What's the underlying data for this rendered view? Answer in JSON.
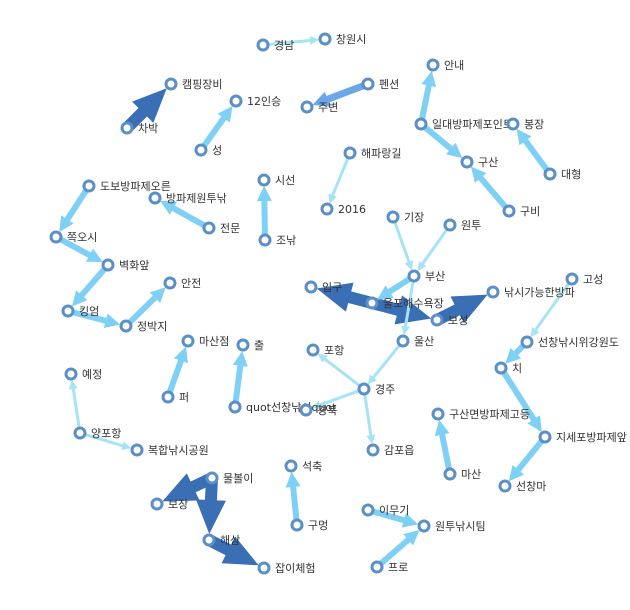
{
  "colors": {
    "strong": "#3a6eb5",
    "medium": "#6aa6e8",
    "light": "#7fd0f5",
    "faint": "#a6e4f5",
    "node_stroke": "#5b8fc7"
  },
  "nodes": [
    {
      "id": "gyeongnam",
      "label": "경남"
    },
    {
      "id": "changwon",
      "label": "창원시"
    },
    {
      "id": "campjangbi",
      "label": "캠핑장비"
    },
    {
      "id": "chabak",
      "label": "차박"
    },
    {
      "id": "12insu",
      "label": "12인승"
    },
    {
      "id": "seong",
      "label": "성"
    },
    {
      "id": "pensyeon",
      "label": "펜션"
    },
    {
      "id": "jubyeon",
      "label": "주변"
    },
    {
      "id": "annae",
      "label": "안내"
    },
    {
      "id": "ildae",
      "label": "일대방파제포인트"
    },
    {
      "id": "bongjang",
      "label": "봉장"
    },
    {
      "id": "daehyeong",
      "label": "대형"
    },
    {
      "id": "haepa",
      "label": "해파랑길"
    },
    {
      "id": "y2016",
      "label": "2016"
    },
    {
      "id": "gusan",
      "label": "구산"
    },
    {
      "id": "gubi",
      "label": "구비"
    },
    {
      "id": "dobo",
      "label": "도보방파제오른"
    },
    {
      "id": "jjogosi",
      "label": "쪽오시"
    },
    {
      "id": "bangpaje",
      "label": "방파제원투낚"
    },
    {
      "id": "jeonmun",
      "label": "전문"
    },
    {
      "id": "siseon",
      "label": "시선"
    },
    {
      "id": "jonak",
      "label": "조낚"
    },
    {
      "id": "gijang",
      "label": "기장"
    },
    {
      "id": "wontu",
      "label": "원투"
    },
    {
      "id": "busan",
      "label": "부산"
    },
    {
      "id": "goseong",
      "label": "고성"
    },
    {
      "id": "byeokhwa",
      "label": "벽화앞"
    },
    {
      "id": "ipgu",
      "label": "입구"
    },
    {
      "id": "ulpo",
      "label": "울포해수욕장"
    },
    {
      "id": "nakksi",
      "label": "낚시가능한방파"
    },
    {
      "id": "kingeom",
      "label": "킹엄"
    },
    {
      "id": "anjeon",
      "label": "안전"
    },
    {
      "id": "boseong",
      "label": "보성"
    },
    {
      "id": "jeongbakji",
      "label": "정박지"
    },
    {
      "id": "ulsan",
      "label": "울산"
    },
    {
      "id": "seonchang",
      "label": "선창낚시위강원도"
    },
    {
      "id": "masanjeom",
      "label": "마산점"
    },
    {
      "id": "chul",
      "label": "출"
    },
    {
      "id": "pohang",
      "label": "포항"
    },
    {
      "id": "yejeong",
      "label": "예정"
    },
    {
      "id": "pe",
      "label": "퍼"
    },
    {
      "id": "quot",
      "label": "quot선창낚시quot"
    },
    {
      "id": "gyeongbuk",
      "label": "경북"
    },
    {
      "id": "gyeongju",
      "label": "경주"
    },
    {
      "id": "chi",
      "label": "치"
    },
    {
      "id": "gusanmyeon",
      "label": "구산면방파제고등"
    },
    {
      "id": "yangpohang",
      "label": "양포항"
    },
    {
      "id": "jise",
      "label": "지세포방파제앞"
    },
    {
      "id": "bokhap",
      "label": "복합낚시공원"
    },
    {
      "id": "gampo",
      "label": "감포읍"
    },
    {
      "id": "masan",
      "label": "마산"
    },
    {
      "id": "seokchuk",
      "label": "석축"
    },
    {
      "id": "seonchangma",
      "label": "선창마"
    },
    {
      "id": "mulbeori",
      "label": "물볼이"
    },
    {
      "id": "bojang",
      "label": "보장"
    },
    {
      "id": "imugi",
      "label": "이무기"
    },
    {
      "id": "gumeong",
      "label": "구멍"
    },
    {
      "id": "wontunakksi",
      "label": "원투낚시팀"
    },
    {
      "id": "haesam",
      "label": "해삼"
    },
    {
      "id": "peuro",
      "label": "프로"
    },
    {
      "id": "japi",
      "label": "잡이체험"
    }
  ],
  "edges": [
    {
      "from": "gyeongnam",
      "to": "changwon",
      "strength": "faint"
    },
    {
      "from": "chabak",
      "to": "campjangbi",
      "strength": "strong"
    },
    {
      "from": "seong",
      "to": "12insu",
      "strength": "light"
    },
    {
      "from": "pensyeon",
      "to": "jubyeon",
      "strength": "medium"
    },
    {
      "from": "ildae",
      "to": "annae",
      "strength": "light"
    },
    {
      "from": "daehyeong",
      "to": "bongjang",
      "strength": "light"
    },
    {
      "from": "haepa",
      "to": "y2016",
      "strength": "faint"
    },
    {
      "from": "ildae",
      "to": "gusan",
      "strength": "light"
    },
    {
      "from": "gubi",
      "to": "gusan",
      "strength": "light"
    },
    {
      "from": "dobo",
      "to": "jjogosi",
      "strength": "light"
    },
    {
      "from": "jeonmun",
      "to": "bangpaje",
      "strength": "light"
    },
    {
      "from": "jonak",
      "to": "siseon",
      "strength": "light"
    },
    {
      "from": "gijang",
      "to": "busan",
      "strength": "faint"
    },
    {
      "from": "wontu",
      "to": "busan",
      "strength": "faint"
    },
    {
      "from": "jjogosi",
      "to": "byeokhwa",
      "strength": "light"
    },
    {
      "from": "byeokhwa",
      "to": "kingeom",
      "strength": "light"
    },
    {
      "from": "kingeom",
      "to": "jeongbakji",
      "strength": "light"
    },
    {
      "from": "jeongbakji",
      "to": "anjeon",
      "strength": "light"
    },
    {
      "from": "ulpo",
      "to": "ipgu",
      "strength": "strong"
    },
    {
      "from": "ulpo",
      "to": "boseong",
      "strength": "strong"
    },
    {
      "from": "boseong",
      "to": "nakksi",
      "strength": "strong"
    },
    {
      "from": "busan",
      "to": "ulpo",
      "strength": "light"
    },
    {
      "from": "busan",
      "to": "ulsan",
      "strength": "faint"
    },
    {
      "from": "goseong",
      "to": "seonchang",
      "strength": "faint"
    },
    {
      "from": "seonchang",
      "to": "chi",
      "strength": "light"
    },
    {
      "from": "chi",
      "to": "jise",
      "strength": "light"
    },
    {
      "from": "jise",
      "to": "seonchangma",
      "strength": "light"
    },
    {
      "from": "pe",
      "to": "masanjeom",
      "strength": "light"
    },
    {
      "from": "quot",
      "to": "chul",
      "strength": "light"
    },
    {
      "from": "ulsan",
      "to": "gyeongju",
      "strength": "faint"
    },
    {
      "from": "gyeongju",
      "to": "pohang",
      "strength": "faint"
    },
    {
      "from": "gyeongju",
      "to": "gyeongbuk",
      "strength": "faint"
    },
    {
      "from": "gyeongju",
      "to": "gampo",
      "strength": "faint"
    },
    {
      "from": "masan",
      "to": "gusanmyeon",
      "strength": "light"
    },
    {
      "from": "yangpohang",
      "to": "yejeong",
      "strength": "faint"
    },
    {
      "from": "yangpohang",
      "to": "bokhap",
      "strength": "faint"
    },
    {
      "from": "gumeong",
      "to": "seokchuk",
      "strength": "light"
    },
    {
      "from": "mulbeori",
      "to": "bojang",
      "strength": "strong"
    },
    {
      "from": "mulbeori",
      "to": "haesam",
      "strength": "strong"
    },
    {
      "from": "haesam",
      "to": "japi",
      "strength": "strong"
    },
    {
      "from": "imugi",
      "to": "wontunakksi",
      "strength": "light"
    },
    {
      "from": "peuro",
      "to": "wontunakksi",
      "strength": "light"
    }
  ]
}
